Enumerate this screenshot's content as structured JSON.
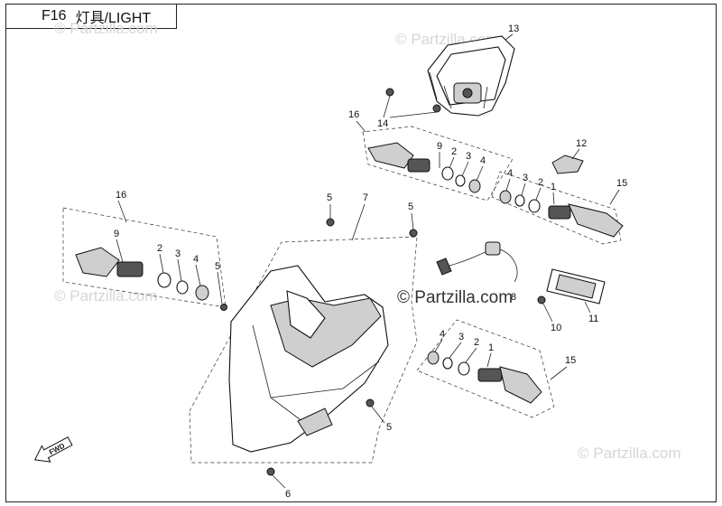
{
  "header": {
    "code": "F16",
    "title": "灯具/LIGHT"
  },
  "watermark": {
    "text": "© Partzilla.com"
  },
  "center_watermark": {
    "text": "© Partzilla.com"
  },
  "fwd_label": "FWD",
  "callouts": {
    "c13": "13",
    "c14": "14",
    "c16_top": "16",
    "c16_left": "16",
    "c12": "12",
    "c15_upper": "15",
    "c15_lower": "15",
    "c9_top": "9",
    "c2_top": "2",
    "c3_top": "3",
    "c4_top": "4",
    "c4_right": "4",
    "c3_right": "3",
    "c2_right": "2",
    "c1_right": "1",
    "c9_left": "9",
    "c2_left": "2",
    "c3_left": "3",
    "c4_left": "4",
    "c5_left": "5",
    "c5_upper_a": "5",
    "c7": "7",
    "c5_upper_b": "5",
    "c8": "8",
    "c10": "10",
    "c11": "11",
    "c4_bottom": "4",
    "c3_bottom": "3",
    "c2_bottom": "2",
    "c1_bottom": "1",
    "c5_lower": "5",
    "c6": "6"
  }
}
